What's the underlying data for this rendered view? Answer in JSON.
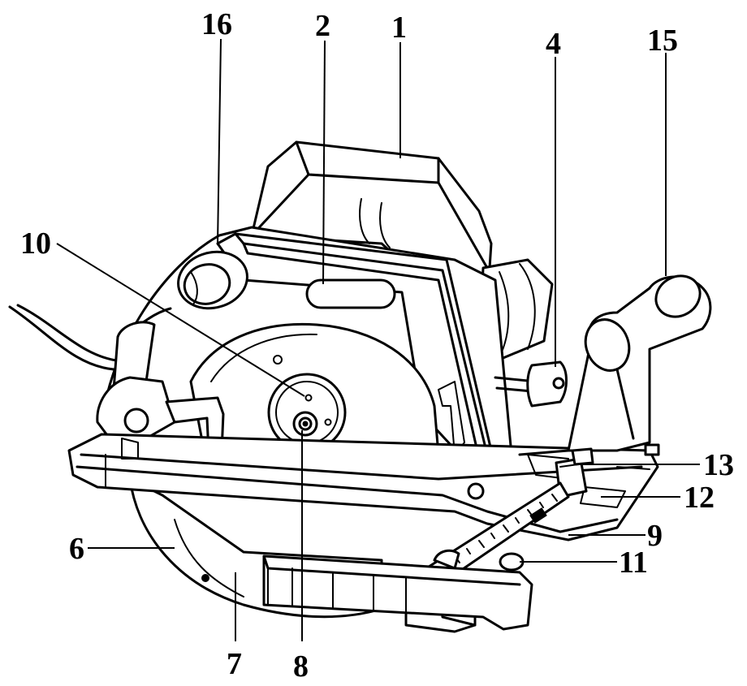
{
  "figure": {
    "callouts": [
      {
        "id": "c16",
        "text": "16"
      },
      {
        "id": "c2",
        "text": "2"
      },
      {
        "id": "c1",
        "text": "1"
      },
      {
        "id": "c4",
        "text": "4"
      },
      {
        "id": "c15",
        "text": "15"
      },
      {
        "id": "c10",
        "text": "10"
      },
      {
        "id": "c13",
        "text": "13"
      },
      {
        "id": "c12",
        "text": "12"
      },
      {
        "id": "c9",
        "text": "9"
      },
      {
        "id": "c11",
        "text": "11"
      },
      {
        "id": "c6",
        "text": "6"
      },
      {
        "id": "c7",
        "text": "7"
      },
      {
        "id": "c8",
        "text": "8"
      }
    ]
  }
}
